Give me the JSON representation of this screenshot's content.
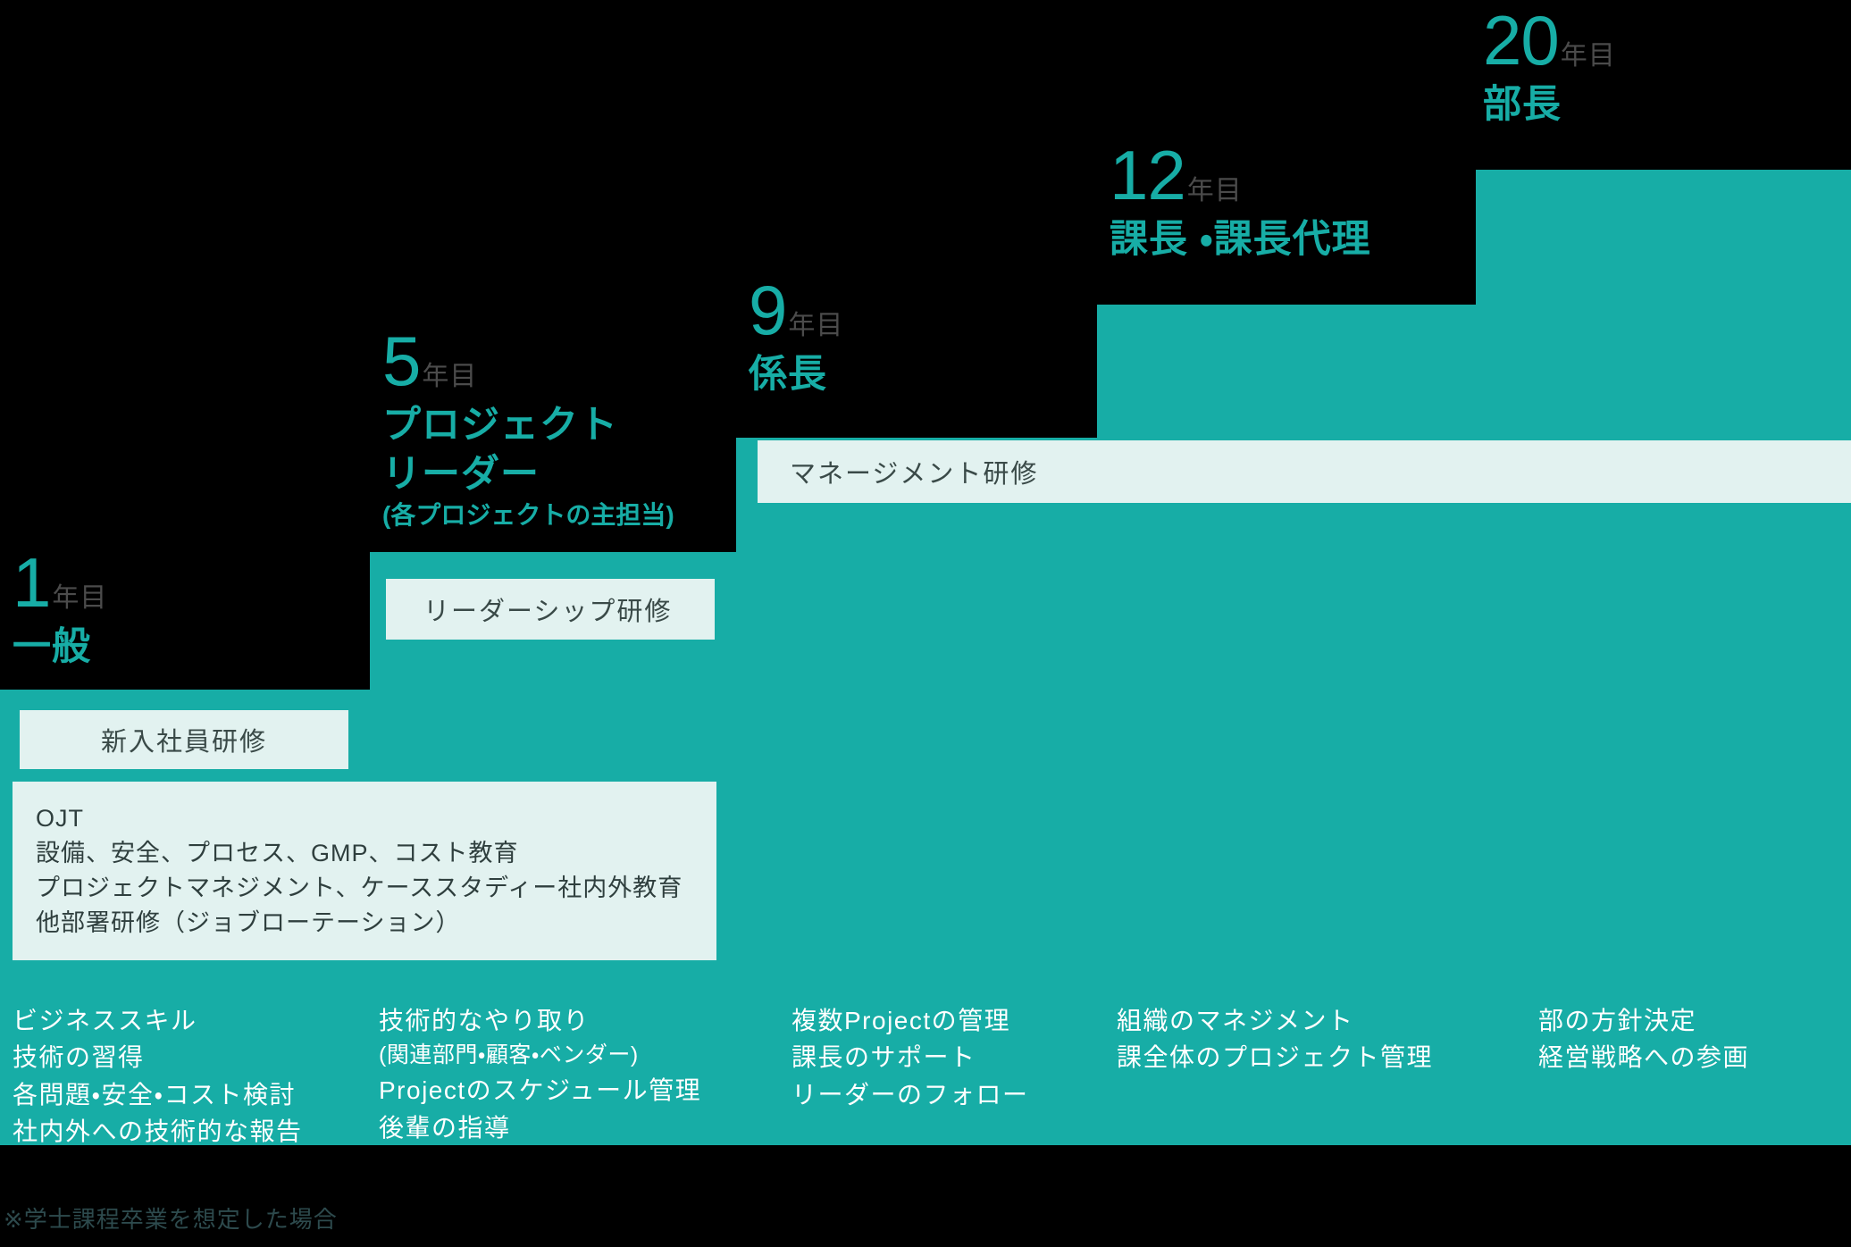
{
  "theme": {
    "background": "#000000",
    "accent": "#17ada6",
    "step_fill": "#17ada6",
    "bar_fill": "#e2f2f0",
    "bar_text": "#3a4a48",
    "skill_text": "#ffffff",
    "year_unit_color": "#4b4b4b",
    "footnote_color": "#2d4a4d"
  },
  "steps": [
    {
      "id": "step-1",
      "year_number": "1",
      "year_unit": "年目",
      "title": "一般",
      "subtitle": ""
    },
    {
      "id": "step-2",
      "year_number": "5",
      "year_unit": "年目",
      "title": "プロジェクト\nリーダー",
      "title_line1": "プロジェクト",
      "title_line2": "リーダー",
      "subtitle": "(各プロジェクトの主担当)"
    },
    {
      "id": "step-3",
      "year_number": "9",
      "year_unit": "年目",
      "title": "係長",
      "subtitle": ""
    },
    {
      "id": "step-4",
      "year_number": "12",
      "year_unit": "年目",
      "title": "課長 ・課長代理",
      "subtitle": ""
    },
    {
      "id": "step-5",
      "year_number": "20",
      "year_unit": "年目",
      "title": "部長",
      "subtitle": ""
    }
  ],
  "trainings": [
    {
      "id": "newcomer",
      "label": "新入社員研修"
    },
    {
      "id": "leadership",
      "label": "リーダーシップ研修"
    },
    {
      "id": "management",
      "label": "マネージメント研修"
    }
  ],
  "ojt": {
    "lines": [
      "OJT",
      "設備、安全、プロセス、GMP、コスト教育",
      "プロジェクトマネジメント、ケーススタディー社内外教育",
      "他部署研修（ジョブローテーション）"
    ]
  },
  "skill_columns": [
    {
      "id": "skills-1",
      "lines": [
        "ビジネススキル",
        "技術の習得",
        "各問題・安全・コスト検討",
        "社内外への技術的な報告"
      ]
    },
    {
      "id": "skills-2",
      "lines": [
        "技術的なやり取り",
        "(関連部門・顧客・ベンダー)",
        "Projectのスケジュール管理",
        "後輩の指導"
      ]
    },
    {
      "id": "skills-3",
      "lines": [
        "複数Projectの管理",
        "課長のサポート",
        "リーダーのフォロー"
      ]
    },
    {
      "id": "skills-4",
      "lines": [
        "組織のマネジメント",
        "課全体のプロジェクト管理"
      ]
    },
    {
      "id": "skills-5",
      "lines": [
        "部の方針決定",
        "経営戦略への参画"
      ]
    }
  ],
  "footnote": "※学士課程卒業を想定した場合"
}
